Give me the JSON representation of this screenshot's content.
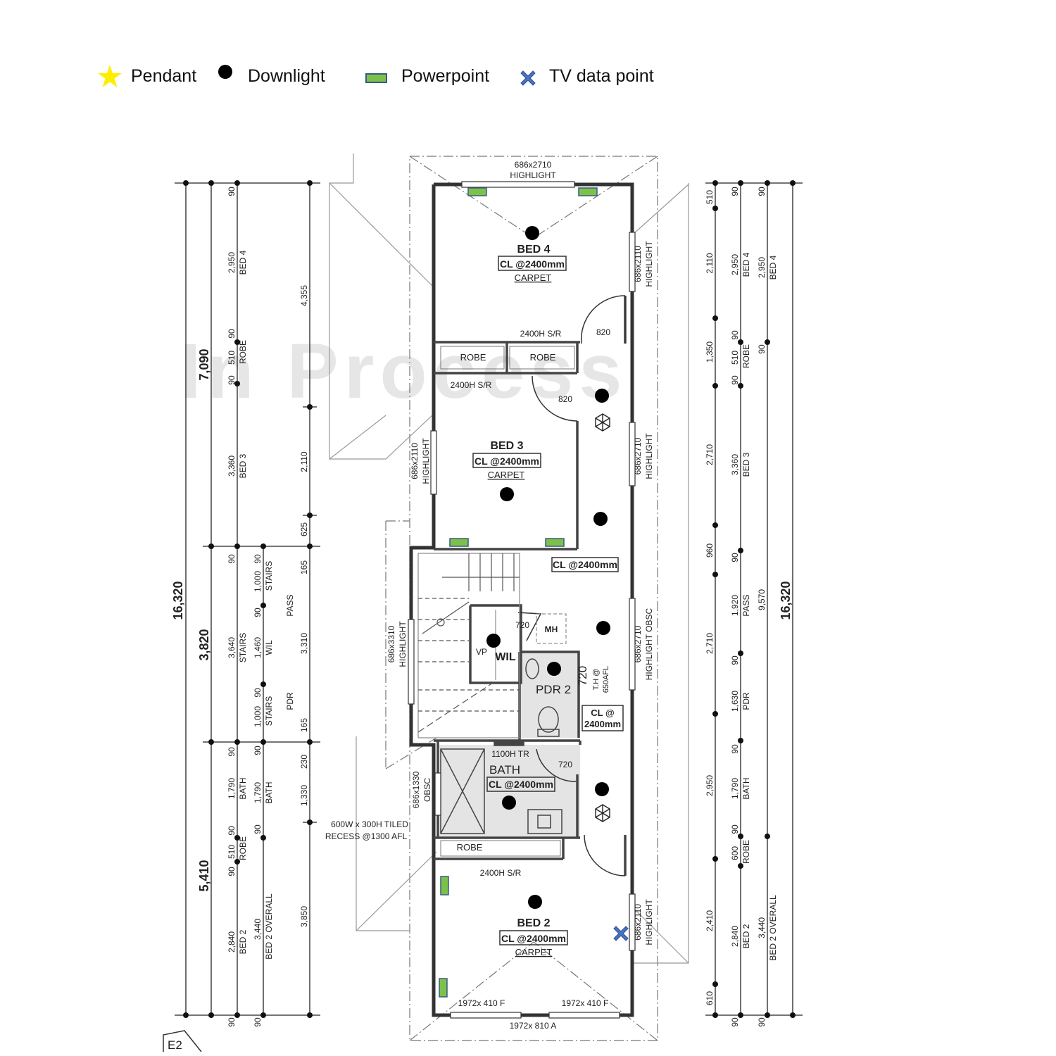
{
  "legend": {
    "pendant": "Pendant",
    "downlight": "Downlight",
    "powerpoint": "Powerpoint",
    "tv": "TV data point",
    "colors": {
      "pendant": "#ffee00",
      "downlight": "#000000",
      "powerpoint": "#7cc24a",
      "powerpoint_border": "#3a5a86",
      "tv": "#4a72c4"
    }
  },
  "watermark": "In Process",
  "rooms": {
    "bed4": {
      "name": "BED 4",
      "ceiling": "CL @2400mm",
      "floor": "CARPET"
    },
    "bed3": {
      "name": "BED 3",
      "ceiling": "CL @2400mm",
      "floor": "CARPET"
    },
    "bed2": {
      "name": "BED 2",
      "ceiling": "CL @2400mm",
      "floor": "CARPET"
    },
    "bath": {
      "name": "BATH",
      "ceiling": "CL @2400mm",
      "rail": "1100H TR"
    },
    "pdr2": {
      "name": "PDR 2",
      "ceiling_l1": "CL @",
      "ceiling_l2": "2400mm",
      "th": "T.H @",
      "th2": "650AFL"
    },
    "wil": {
      "name": "WIL",
      "vp": "VP",
      "mh": "MH"
    },
    "pass": {
      "ceiling": "CL @2400mm"
    }
  },
  "labels": {
    "window_top": [
      "686x2710",
      "HIGHLIGHT"
    ],
    "window_bed4_side": [
      "686x2110",
      "HIGHLIGHT"
    ],
    "window_bed3": [
      "686x2110",
      "HIGHLIGHT"
    ],
    "window_hall": [
      "686x2710",
      "HIGHLIGHT"
    ],
    "window_pass": [
      "686x2710",
      "HIGHLIGHT OBSC"
    ],
    "window_stairs": [
      "686x3310",
      "HIGHLIGHT"
    ],
    "window_bath": [
      "686x1330",
      "OBSC"
    ],
    "window_bed2": [
      "686x2110",
      "HIGHLIGHT"
    ],
    "sr_bed4": "2400H S/R",
    "sr_bed3": "2400H S/R",
    "sr_bed2": "2400H S/R",
    "robe": "ROBE",
    "door_820": "820",
    "door_720": "720",
    "recess_l1": "600W x 300H TILED",
    "recess_l2": "RECESS @1300 AFL",
    "bottom_w1": "1972x 410 F",
    "bottom_w2": "1972x 410 F",
    "bottom_w3": "1972x 810 A",
    "elevation": "E2"
  },
  "dims_left_outer": [
    "16,320"
  ],
  "dims_left_main": [
    "7,090",
    "3,820",
    "5,410"
  ],
  "dims_left_a": [
    "90",
    "2,950",
    "BED 4",
    "90",
    "510",
    "ROBE",
    "90",
    "3,360",
    "BED 3",
    "90",
    "3,640",
    "STAIRS",
    "90",
    "1,790",
    "BATH",
    "90",
    "510",
    "ROBE",
    "90",
    "2,840",
    "BED 2",
    "90"
  ],
  "dims_left_b": [
    "90",
    "1,000",
    "STAIRS",
    "90",
    "1,460",
    "WIL",
    "90",
    "1,000",
    "STAIRS",
    "90",
    "1,790",
    "BATH",
    "90",
    "3,440",
    "BED 2 OVERALL",
    "90"
  ],
  "dims_left_c": [
    "4,355",
    "2,110",
    "625",
    "165",
    "PASS",
    "3,310",
    "PDR",
    "165",
    "230",
    "1,330",
    "3,850"
  ],
  "dims_right_a": [
    "510",
    "2,110",
    "1,350",
    "2,710",
    "960",
    "2,710",
    "2,950",
    "2,410",
    "610"
  ],
  "dims_right_b": [
    "90",
    "2,950",
    "BED 4",
    "90",
    "510",
    "ROBE",
    "90",
    "3,360",
    "BED 3",
    "90",
    "1,920",
    "PASS",
    "90",
    "1,630",
    "PDR",
    "90",
    "1,790",
    "BATH",
    "90",
    "600",
    "ROBE",
    "2,840",
    "BED 2",
    "90"
  ],
  "dims_right_c": [
    "90",
    "2,950",
    "BED 4",
    "90",
    "9,570",
    "3,440",
    "BED 2 OVERALL",
    "90"
  ],
  "dims_right_outer": [
    "16,320"
  ]
}
